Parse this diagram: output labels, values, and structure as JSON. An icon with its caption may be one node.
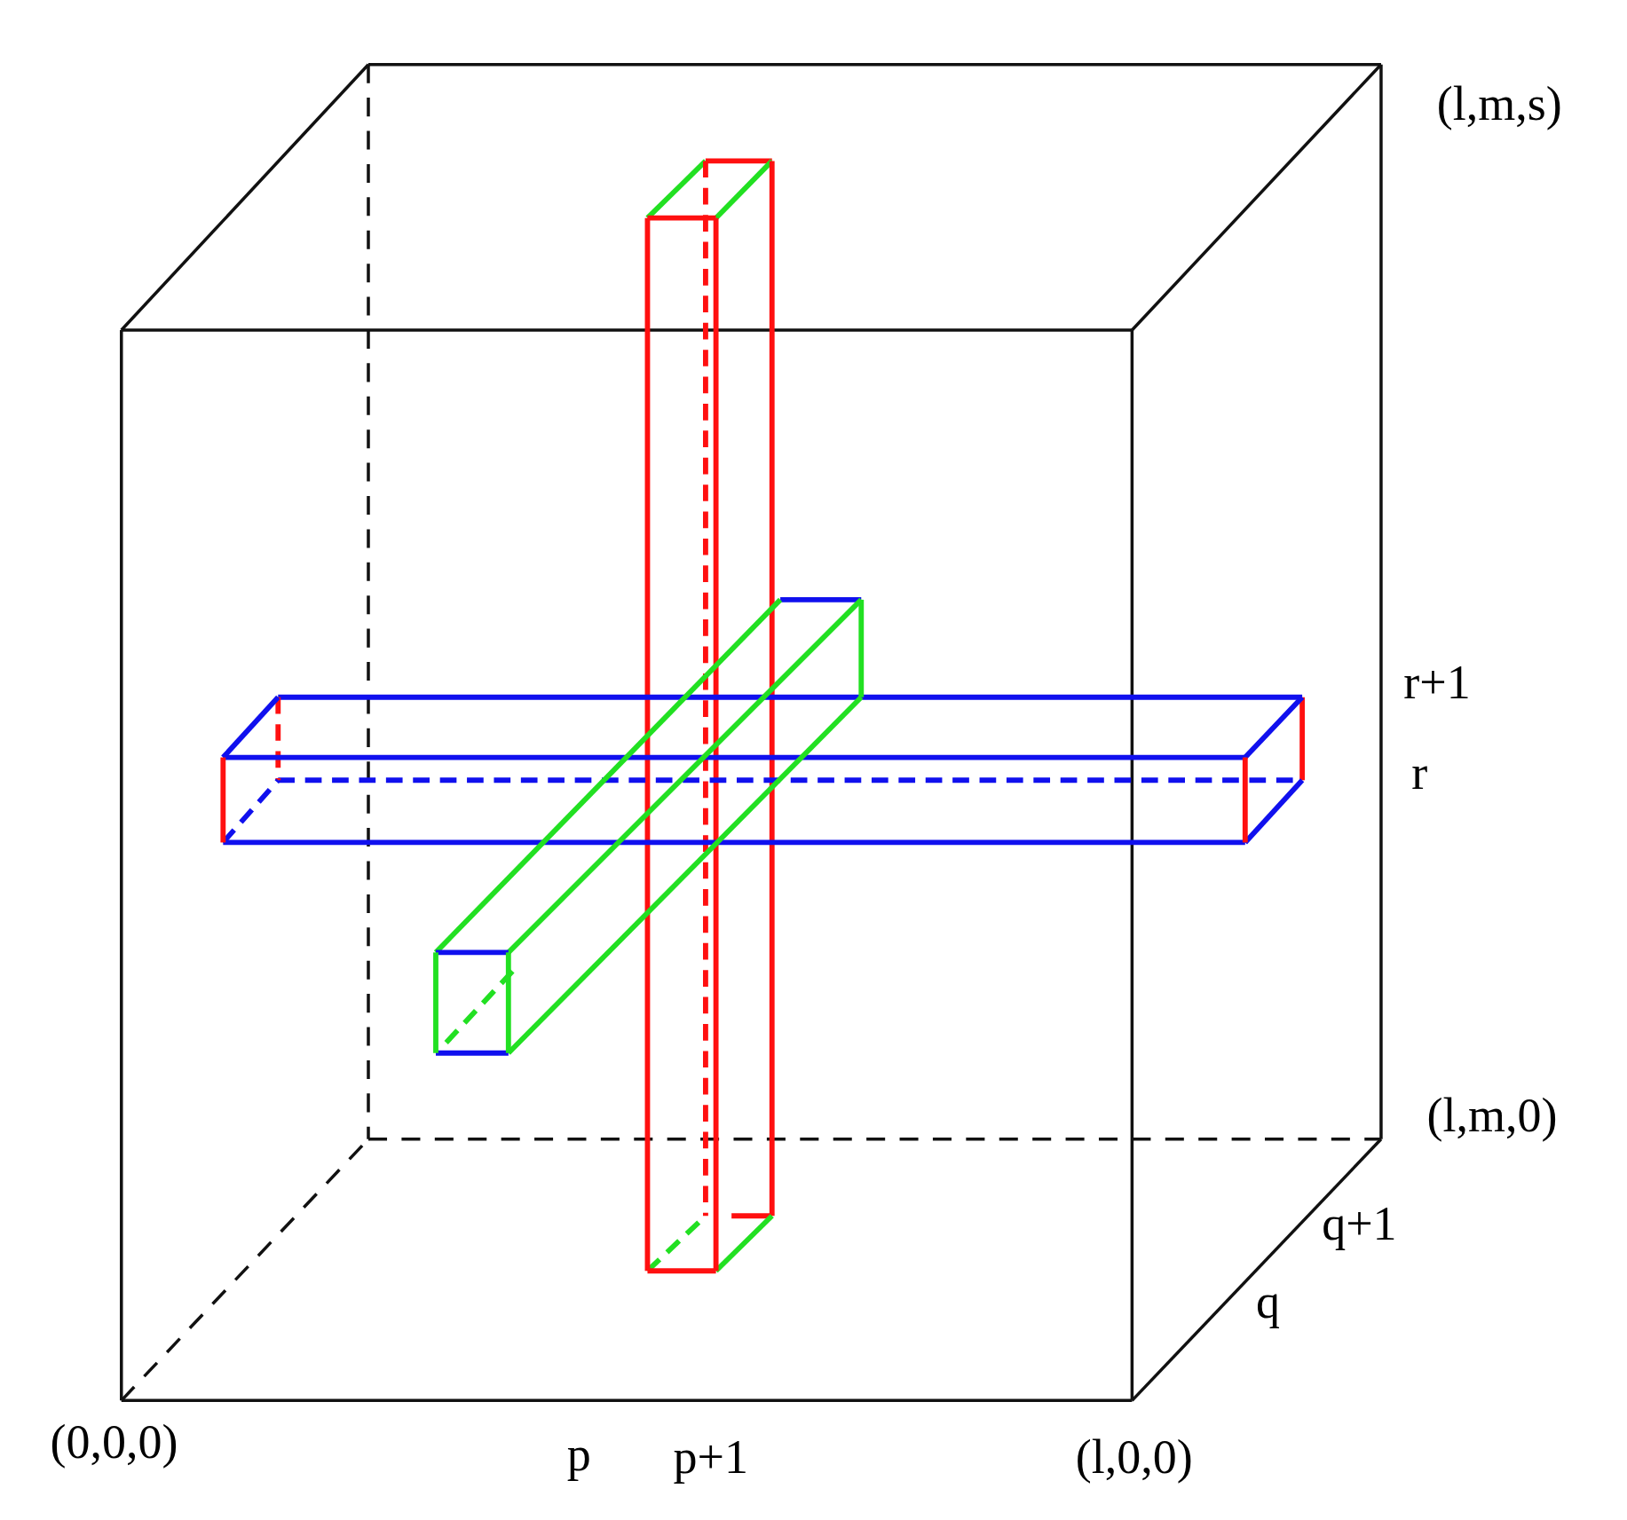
{
  "diagram": {
    "labels": [
      "(l,m,s)",
      "r+1",
      "r",
      "(l,m,0)",
      "q+1",
      "q",
      "(0,0,0)",
      "p",
      "p+1",
      "(l,0,0)"
    ]
  }
}
